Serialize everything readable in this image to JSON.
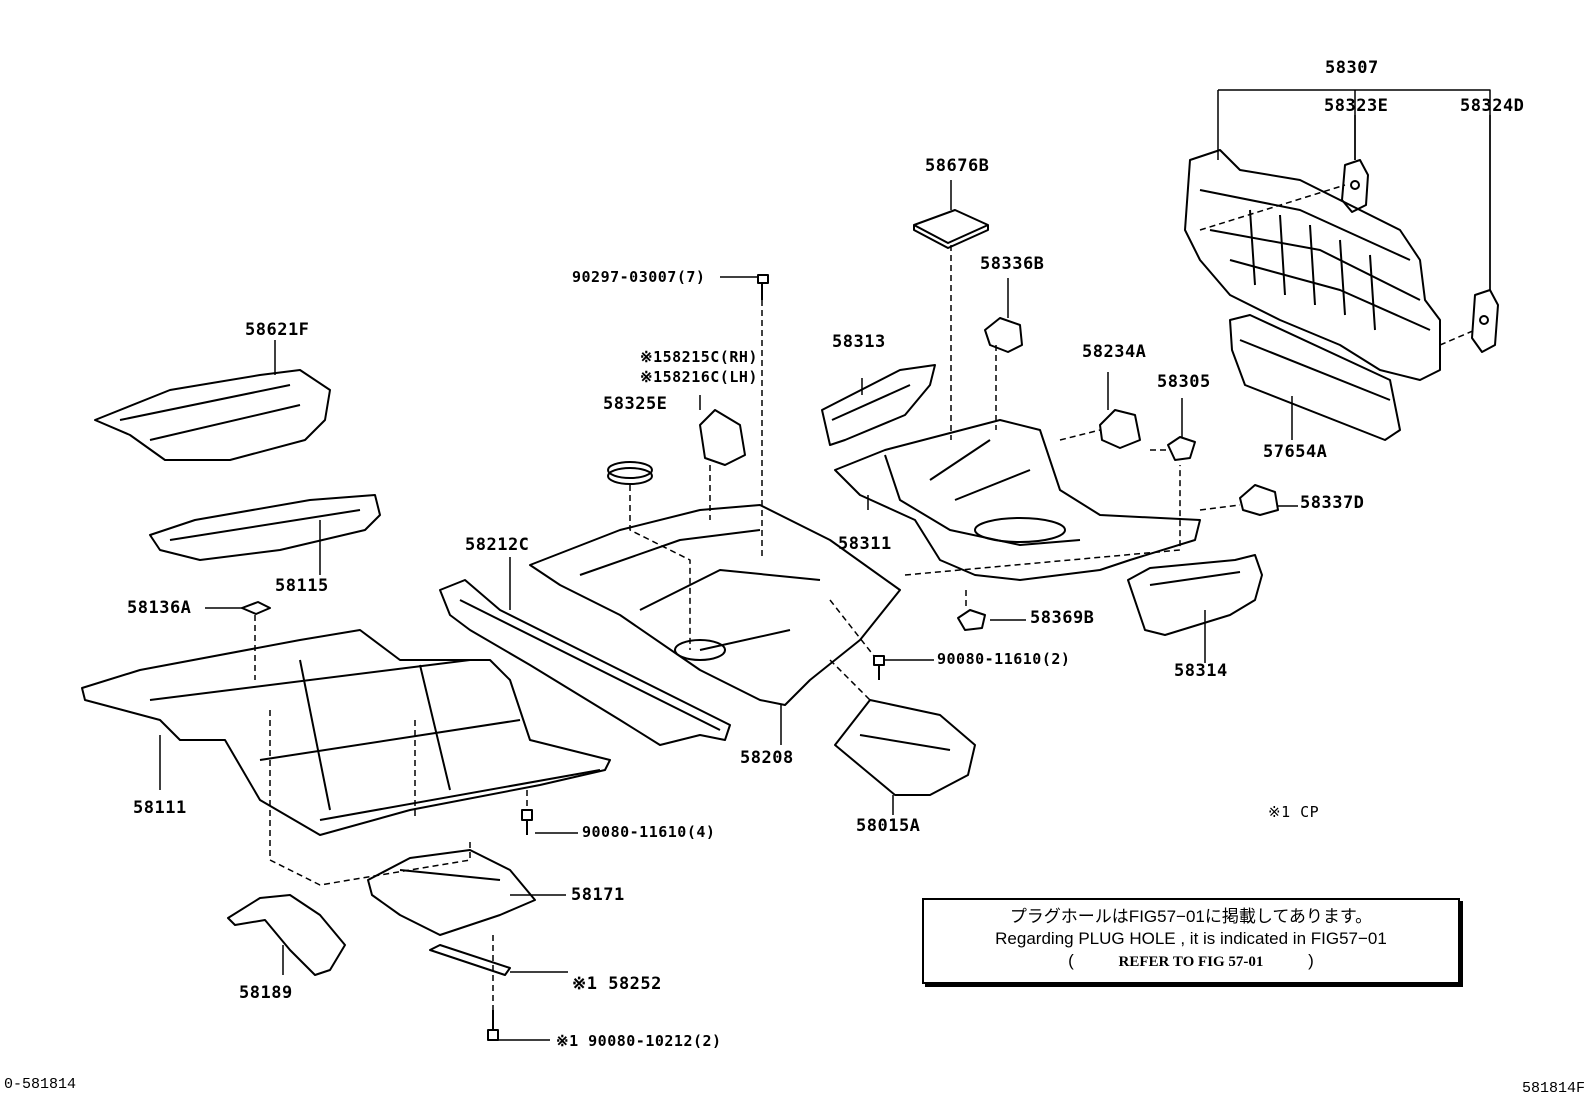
{
  "parts": {
    "p58307": "58307",
    "p58323E": "58323E",
    "p58324D": "58324D",
    "p58676B": "58676B",
    "p90297": "90297-03007(7)",
    "p58336B": "58336B",
    "p58621F": "58621F",
    "p58215C": "※158215C(RH)",
    "p58216C": "※158216C(LH)",
    "p58313": "58313",
    "p58234A": "58234A",
    "p58305": "58305",
    "p58325E": "58325E",
    "p57654A": "57654A",
    "p58337D": "58337D",
    "p58311": "58311",
    "p58212C": "58212C",
    "p58115": "58115",
    "p58136A": "58136A",
    "p58369B": "58369B",
    "p58314": "58314",
    "p90080_2": "90080-11610(2)",
    "p58111": "58111",
    "p58208": "58208",
    "p58015A": "58015A",
    "p90080_4": "90080-11610(4)",
    "p58171": "58171",
    "p58189": "58189",
    "p58252": "※1 58252",
    "p90080_10212": "※1 90080-10212(2)"
  },
  "footnote": "※1  CP",
  "note": {
    "line_jp": "プラグホールはFIG57−01に掲載してあります。",
    "line_en": "Regarding PLUG HOLE , it is indicated in FIG57−01",
    "open": "(",
    "refer": "REFER TO FIG 57-01",
    "close": ")"
  },
  "corner_left": "0-581814",
  "corner_right": "581814F"
}
